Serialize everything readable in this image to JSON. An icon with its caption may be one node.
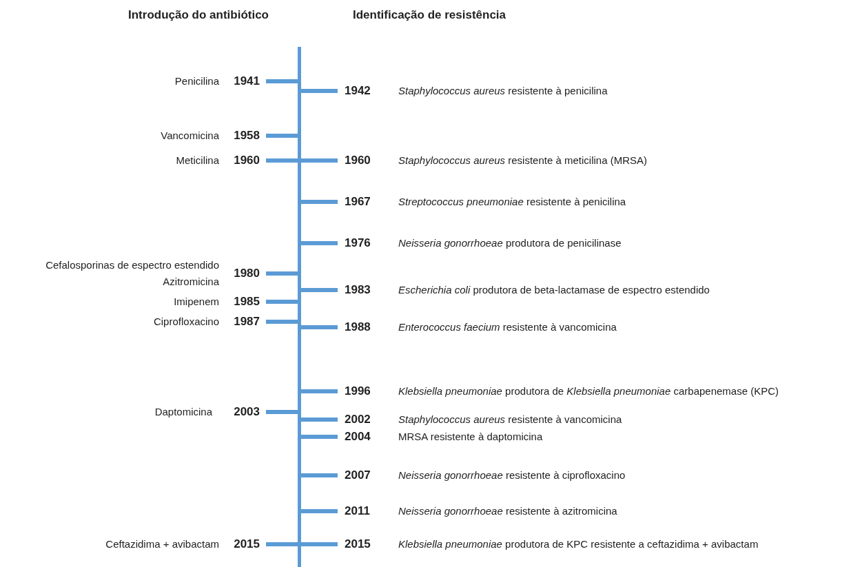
{
  "diagram": {
    "labels": [
      "Introdução do antibiótico",
      "Identificação de resistência",
      "Penicilina",
      "1941",
      "1942",
      "*Staphylococcus aureus* resistente à penicilina",
      "Vancomicina",
      "1958",
      "Meticilina",
      "1960",
      "1960",
      "*Staphylococcus aureus* resistente à meticilina (MRSA)",
      "1967",
      "*Streptococcus pneumoniae* resistente à penicilina",
      "1976",
      "*Neisseria gonorrhoeae* produtora de penicilinase",
      "Cefalosporinas de espectro estendido",
      "Azitromicina",
      "1980",
      "1983",
      "*Escherichia coli* produtora de beta-lactamase de espectro estendido",
      "Imipenem",
      "1985",
      "Ciprofloxacino",
      "1987",
      "1988",
      "*Enterococcus faecium* resistente à vancomicina",
      "1996",
      "*Klebsiella pneumoniae* produtora de *Klebsiella pneumoniae* carbapenemase (KPC)",
      "2002",
      "*Staphylococcus aureus* resistente à vancomicina",
      "Daptomicina",
      "2003",
      "2004",
      "MRSA resistente à daptomicina",
      "2007",
      "*Neisseria gonorrhoeae* resistente à ciprofloxacino",
      "2011",
      "*Neisseria gonorrhoeae* resistente à azitromicina",
      "Ceftazidima + avibactam",
      "2015",
      "2015",
      "*Klebsiella pneumoniae* produtora de KPC resistente a ceftazidima + avibactam"
    ]
  }
}
